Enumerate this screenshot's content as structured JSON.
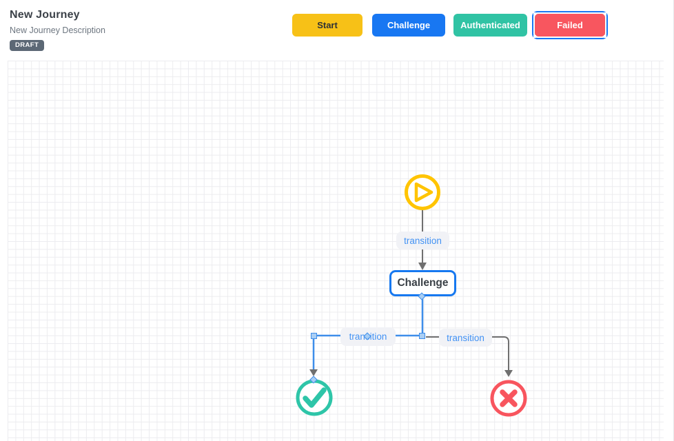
{
  "header": {
    "title": "New Journey",
    "description": "New Journey Description",
    "status_badge": "DRAFT",
    "buttons": [
      {
        "label": "Start",
        "color": "#f7c117"
      },
      {
        "label": "Challenge",
        "color": "#1877f2"
      },
      {
        "label": "Authenticated",
        "color": "#30c3a4"
      },
      {
        "label": "Failed",
        "color": "#f8565f",
        "selected": true,
        "selection_outline": "#1877f2"
      }
    ]
  },
  "canvas": {
    "nodes": [
      {
        "id": "start",
        "type": "start",
        "icon": "play-circle-icon",
        "color": "#ffc400"
      },
      {
        "id": "challenge",
        "type": "state",
        "label": "Challenge",
        "border_color": "#1678f0",
        "selected": true
      },
      {
        "id": "authenticated",
        "type": "success",
        "icon": "check-circle-icon",
        "color": "#2ec5a8"
      },
      {
        "id": "failed",
        "type": "failure",
        "icon": "x-circle-icon",
        "color": "#f8555e"
      }
    ],
    "edges": [
      {
        "from": "start",
        "to": "challenge",
        "label": "transition",
        "selected": false
      },
      {
        "from": "challenge",
        "to": "authenticated",
        "label": "transition",
        "selected": true
      },
      {
        "from": "challenge",
        "to": "failed",
        "label": "transition",
        "selected": false
      }
    ],
    "colors": {
      "edge_default": "#6f6f6f",
      "edge_selected": "#3e8eea",
      "edge_label_text": "#4292f4",
      "edge_label_bg": "#f1f2f6",
      "handle_fill": "#a9cef4",
      "grid_line": "#ececef"
    }
  }
}
